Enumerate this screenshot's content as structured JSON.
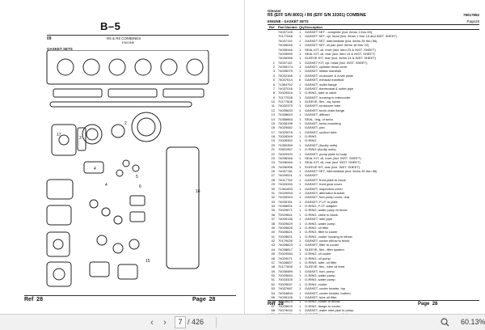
{
  "left_page": {
    "section_title": "B–5",
    "figure_number": "09",
    "subtitle_line1": "R5 & R6 COMBINES",
    "subtitle_line2": "ENGINE",
    "section_name": "GASKET SETS",
    "callouts": [
      "17",
      "3",
      "2",
      "4",
      "4",
      "5",
      "6",
      "15",
      "16"
    ],
    "ref_label": "Ref",
    "ref_value": "28",
    "page_label": "Page",
    "page_value": "28"
  },
  "right_page": {
    "brand": "Gleaner",
    "title": "R5 (EFF S/N 8001) / R6 (EFF S/N 10301) COMBINE",
    "doc_number": "79017952",
    "engine": "ENGINE - GASKET SETS",
    "page_number": "Page28",
    "columns": [
      "Ref",
      "Part Number",
      "Qty",
      "Description"
    ],
    "rows": [
      {
        "ref": "",
        "pn": "74037126",
        "qty": "1",
        "desc": "GASKET SET - complete (incl. items 1 thru 69)"
      },
      {
        "ref": "",
        "pn": "70177048",
        "qty": "1",
        "desc": "GASKET SET, cyl. head (incl. items 1 thru 15 and INST. SHEET)"
      },
      {
        "ref": "",
        "pn": "74037119",
        "qty": "1",
        "desc": "GASKET SET, intermediate (incl. items 26 thru 56)"
      },
      {
        "ref": "",
        "pn": "74036046",
        "qty": "1",
        "desc": "GASKET SET, oil pan (incl. items 16 thru 22)"
      },
      {
        "ref": "",
        "pn": "74036346",
        "qty": "1",
        "desc": "SEAL KIT, oil, front (incl. item 23 & INST. SHEET)"
      },
      {
        "ref": "",
        "pn": "74035999",
        "qty": "1",
        "desc": "SEAL KIT, oil, rear (incl. item 24 & INST. SHEET)"
      },
      {
        "ref": "",
        "pn": "74036396",
        "qty": "1",
        "desc": "SLEEVE KIT, rear (incl. items 24 & INST. SHEET)"
      },
      {
        "ref": "1",
        "pn": "74037112",
        "qty": "1",
        "desc": "GASKET KIT, cyl. head (incl. INST. SHEET)"
      },
      {
        "ref": "2",
        "pn": "74035174",
        "qty": "1",
        "desc": "GASKET, cylinder head cover"
      },
      {
        "ref": "3",
        "pn": "74035079",
        "qty": "1",
        "desc": "GASKET, intake manifold"
      },
      {
        "ref": "4",
        "pn": "74032166",
        "qty": "1",
        "desc": "GASKET, crossover & cover plate"
      },
      {
        "ref": "5",
        "pn": "74037614",
        "qty": "6",
        "desc": "GASKET, exhaust manifold"
      },
      {
        "ref": "6",
        "pn": "71364752",
        "qty": "1",
        "desc": "GASKET, outlet flange"
      },
      {
        "ref": "7",
        "pn": "74037016",
        "qty": "2",
        "desc": "GASKET, thermostat & outlet pipe"
      },
      {
        "ref": "8",
        "pn": "70029316",
        "qty": "1",
        "desc": "O-RING, tube to valve"
      },
      {
        "ref": "9",
        "pn": "70177028",
        "qty": "1",
        "desc": "GASKET, housing to intercooler"
      },
      {
        "ref": "10",
        "pn": "70177606",
        "qty": "1",
        "desc": "SLEEVE, flex., aq. tubes"
      },
      {
        "ref": "11",
        "pn": "74032375",
        "qty": "1",
        "desc": "GASKET, crossover tube"
      },
      {
        "ref": "12",
        "pn": "74039633",
        "qty": "1",
        "desc": "GASKET, turbo drain flange"
      },
      {
        "ref": "13",
        "pn": "74338643",
        "qty": "1",
        "desc": "GASKET, diffuser"
      },
      {
        "ref": "14",
        "pn": "74358663",
        "qty": "1",
        "desc": "SEAL, ring, of turbo"
      },
      {
        "ref": "15",
        "pn": "74038198",
        "qty": "1",
        "desc": "GASKET, turbo mounting"
      },
      {
        "ref": "16",
        "pn": "74029082",
        "qty": "1",
        "desc": "GASKET, pan"
      },
      {
        "ref": "17",
        "pn": "74029078",
        "qty": "1",
        "desc": "GASKET, suction tube"
      },
      {
        "ref": "18",
        "pn": "70028349",
        "qty": "1",
        "desc": "O-RING"
      },
      {
        "ref": "19",
        "pn": "70028352",
        "qty": "1",
        "desc": "O-RING"
      },
      {
        "ref": "20",
        "pn": "74350359",
        "qty": "1",
        "desc": "GASKET (Acuity units)"
      },
      {
        "ref": "21",
        "pn": "70501957",
        "qty": "1",
        "desc": "O-RING (Acuity units)"
      },
      {
        "ref": "22",
        "pn": "74029320",
        "qty": "1",
        "desc": "GASKET, pump plate to body"
      },
      {
        "ref": "23",
        "pn": "74036346",
        "qty": "1",
        "desc": "SEAL KIT, oil, front (incl. INST. SHEET)"
      },
      {
        "ref": "24",
        "pn": "74036346",
        "qty": "1",
        "desc": "SEAL KIT, oil, rear (incl. INST. SHEET)"
      },
      {
        "ref": "25",
        "pn": "74036396",
        "qty": "1",
        "desc": "SLEEVE KIT, rear (incl. INST. SHEET)"
      },
      {
        "ref": "26",
        "pn": "74037116",
        "qty": "1",
        "desc": "GASKET SET, intermediate (incl. items 26 thru 56)"
      },
      {
        "ref": "27",
        "pn": "74039021",
        "qty": "1",
        "desc": "GASKET"
      },
      {
        "ref": "28",
        "pn": "74017762",
        "qty": "1",
        "desc": "GASKET, front plate to block"
      },
      {
        "ref": "29",
        "pn": "74033330",
        "qty": "1",
        "desc": "GASKET, front gear cover"
      },
      {
        "ref": "30",
        "pn": "71361653",
        "qty": "1",
        "desc": "GASKET, inspection cover"
      },
      {
        "ref": "31",
        "pn": "74029053",
        "qty": "1",
        "desc": "GASKET, alternator bracket"
      },
      {
        "ref": "32",
        "pn": "74035343",
        "qty": "1",
        "desc": "GASKET, fuel pump cover, rear"
      },
      {
        "ref": "33",
        "pn": "74035781",
        "qty": "1",
        "desc": "GASKET, F.I.P. to plate"
      },
      {
        "ref": "34",
        "pn": "74258001",
        "qty": "1",
        "desc": "O-RING, F.I.P. adapter"
      },
      {
        "ref": "35",
        "pn": "70029671",
        "qty": "1",
        "desc": "O-RING, water pump to block"
      },
      {
        "ref": "36",
        "pn": "70029841",
        "qty": "1",
        "desc": "O-RING, valve to block"
      },
      {
        "ref": "37",
        "pn": "74035136",
        "qty": "1",
        "desc": "GASKET, inlet pipe"
      },
      {
        "ref": "38",
        "pn": "70029629",
        "qty": "1",
        "desc": "O-RING, water pump"
      },
      {
        "ref": "39",
        "pn": "74039626",
        "qty": "1",
        "desc": "O-RING, oil filter"
      },
      {
        "ref": "40",
        "pn": "70028621",
        "qty": "1",
        "desc": "O-RING, filter to cooler"
      },
      {
        "ref": "41",
        "pn": "70028621",
        "qty": "1",
        "desc": "O-RING, cooler housing to elbow"
      },
      {
        "ref": "42",
        "pn": "70179026",
        "qty": "1",
        "desc": "GASKET, cooler elbow to block"
      },
      {
        "ref": "43",
        "pn": "74028823",
        "qty": "1",
        "desc": "GASKET, filter to cooler"
      },
      {
        "ref": "44",
        "pn": "74038817",
        "qty": "1",
        "desc": "SLEEVE, flex., filter system"
      },
      {
        "ref": "45",
        "pn": "70029084",
        "qty": "1",
        "desc": "O-RING, oil cooler"
      },
      {
        "ref": "46",
        "pn": "74029071",
        "qty": "1",
        "desc": "O-RING, oil pump"
      },
      {
        "ref": "47",
        "pn": "74028607",
        "qty": "1",
        "desc": "O-RING, tube, oil filter"
      },
      {
        "ref": "48",
        "pn": "70177606",
        "qty": "1",
        "desc": "SLEEVE, flex., tube oil feed"
      },
      {
        "ref": "49",
        "pn": "74036989",
        "qty": "1",
        "desc": "GASKET, fuel, pump"
      },
      {
        "ref": "50",
        "pn": "70029640",
        "qty": "1",
        "desc": "O-RING, water pump"
      },
      {
        "ref": "51",
        "pn": "70033325",
        "qty": "1",
        "desc": "O-RING, water pump"
      },
      {
        "ref": "52",
        "pn": "70029637",
        "qty": "1",
        "desc": "O-RING, cooler"
      },
      {
        "ref": "53",
        "pn": "74037687",
        "qty": "1",
        "desc": "GASKET, cooler header, top"
      },
      {
        "ref": "54",
        "pn": "74034894",
        "qty": "1",
        "desc": "GASKET, cooler header, bottom"
      },
      {
        "ref": "55",
        "pn": "74035126",
        "qty": "1",
        "desc": "GASKET, tube oil filter"
      },
      {
        "ref": "56",
        "pn": "70028625",
        "qty": "1",
        "desc": "O-RING, cooler to elbow"
      },
      {
        "ref": "57",
        "pn": "70028629",
        "qty": "1",
        "desc": "O-RING, flange to cooler"
      },
      {
        "ref": "58",
        "pn": "74079032",
        "qty": "1",
        "desc": "GASKET, water inlet pipe to pump"
      },
      {
        "ref": "59",
        "pn": "74029118",
        "qty": "1",
        "desc": "GASKET, intercooler, manifold"
      },
      {
        "ref": "60",
        "pn": "70028974",
        "qty": "1",
        "desc": "O-RING, intercooler"
      }
    ],
    "ref_label": "Ref",
    "ref_value": "28",
    "page_label": "Page",
    "page_value": "28"
  },
  "toolbar": {
    "current_page": "7",
    "total_pages": "/ 426",
    "zoom": "60.13%",
    "prev_icon": "chevron-left-icon",
    "next_icon": "chevron-right-icon"
  }
}
